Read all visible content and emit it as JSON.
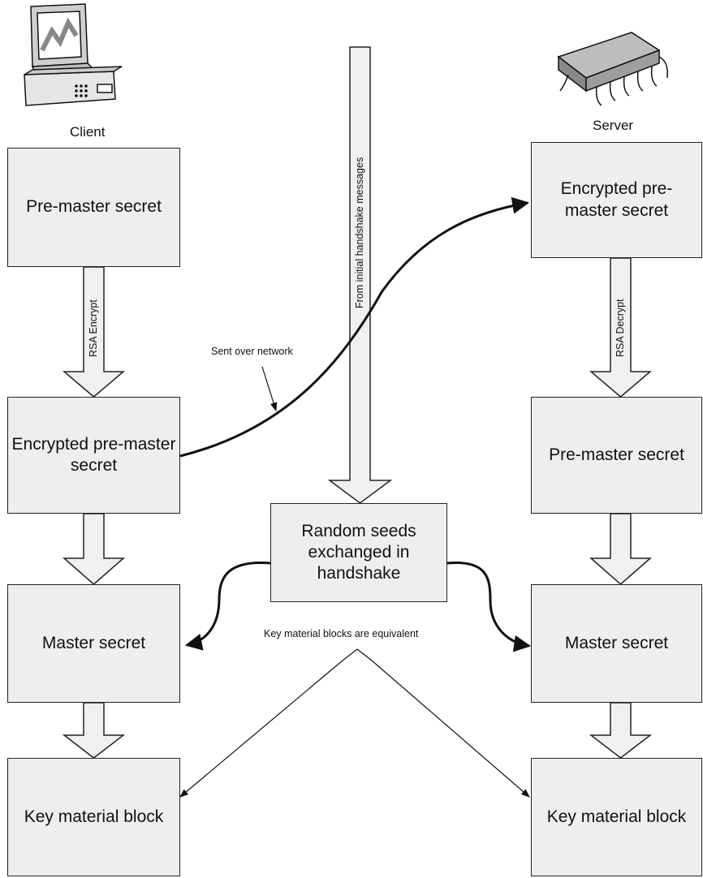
{
  "client": {
    "label": "Client",
    "icon": "desktop-computer-icon",
    "boxes": {
      "premaster": "Pre-master secret",
      "encrypted": "Encrypted pre-master secret",
      "master": "Master secret",
      "keyblock": "Key material block"
    },
    "encrypt_label": "RSA Encrypt"
  },
  "server": {
    "label": "Server",
    "icon": "microchip-icon",
    "boxes": {
      "encrypted": "Encrypted pre-master secret",
      "premaster": "Pre-master secret",
      "master": "Master secret",
      "keyblock": "Key material block"
    },
    "decrypt_label": "RSA Decrypt"
  },
  "center": {
    "seeds_box": "Random seeds exchanged in handshake",
    "handshake_label": "From initial handshake messages"
  },
  "annotations": {
    "network": "Sent over network",
    "equivalent": "Key material blocks are equivalent"
  },
  "colors": {
    "box_fill": "#eeeeee",
    "arrow_fill": "#f0f0f0",
    "stroke": "#222222"
  }
}
